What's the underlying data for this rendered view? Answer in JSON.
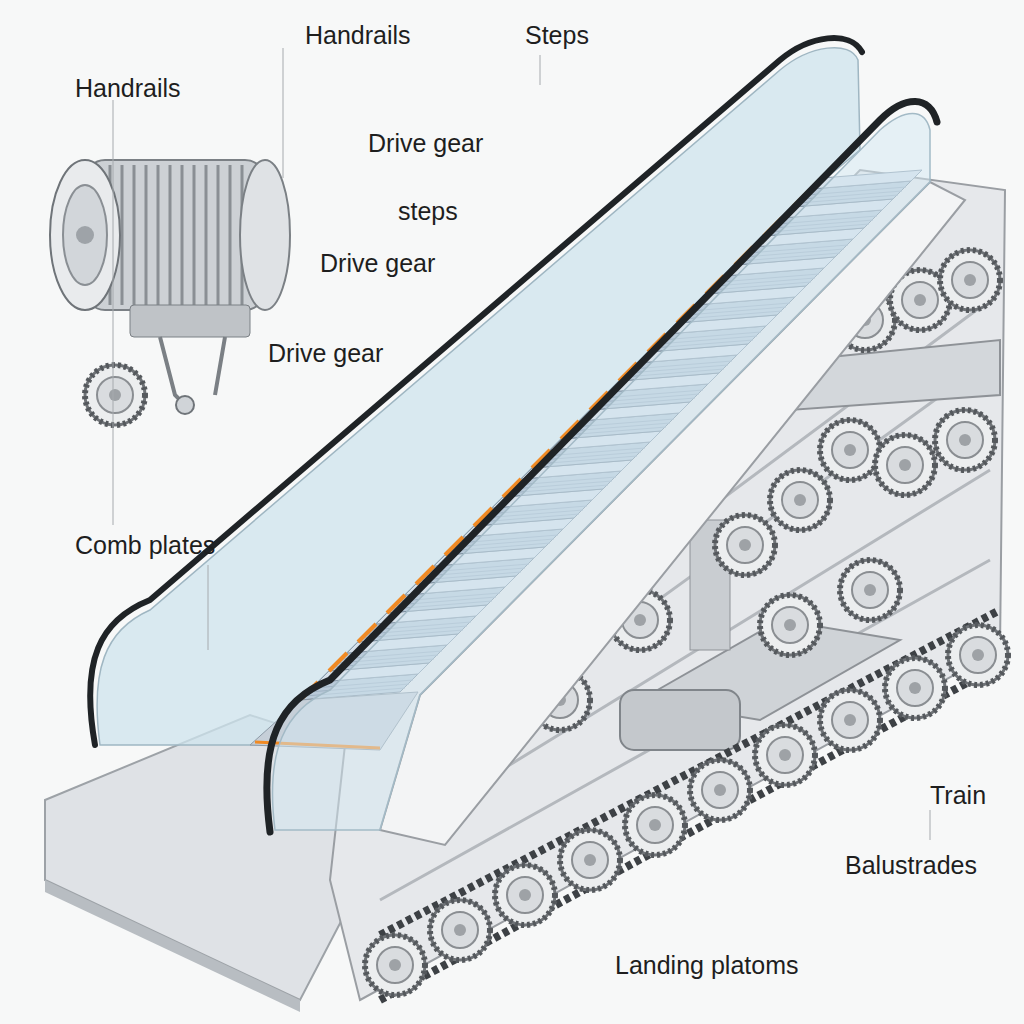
{
  "diagram": {
    "labels": [
      "Handrails",
      "Handrails",
      "Steps",
      "Drive gear",
      "steps",
      "Drive gear",
      "Drive gear",
      "Comb plates",
      "Train",
      "Balustrades",
      "Landing platoms"
    ]
  }
}
